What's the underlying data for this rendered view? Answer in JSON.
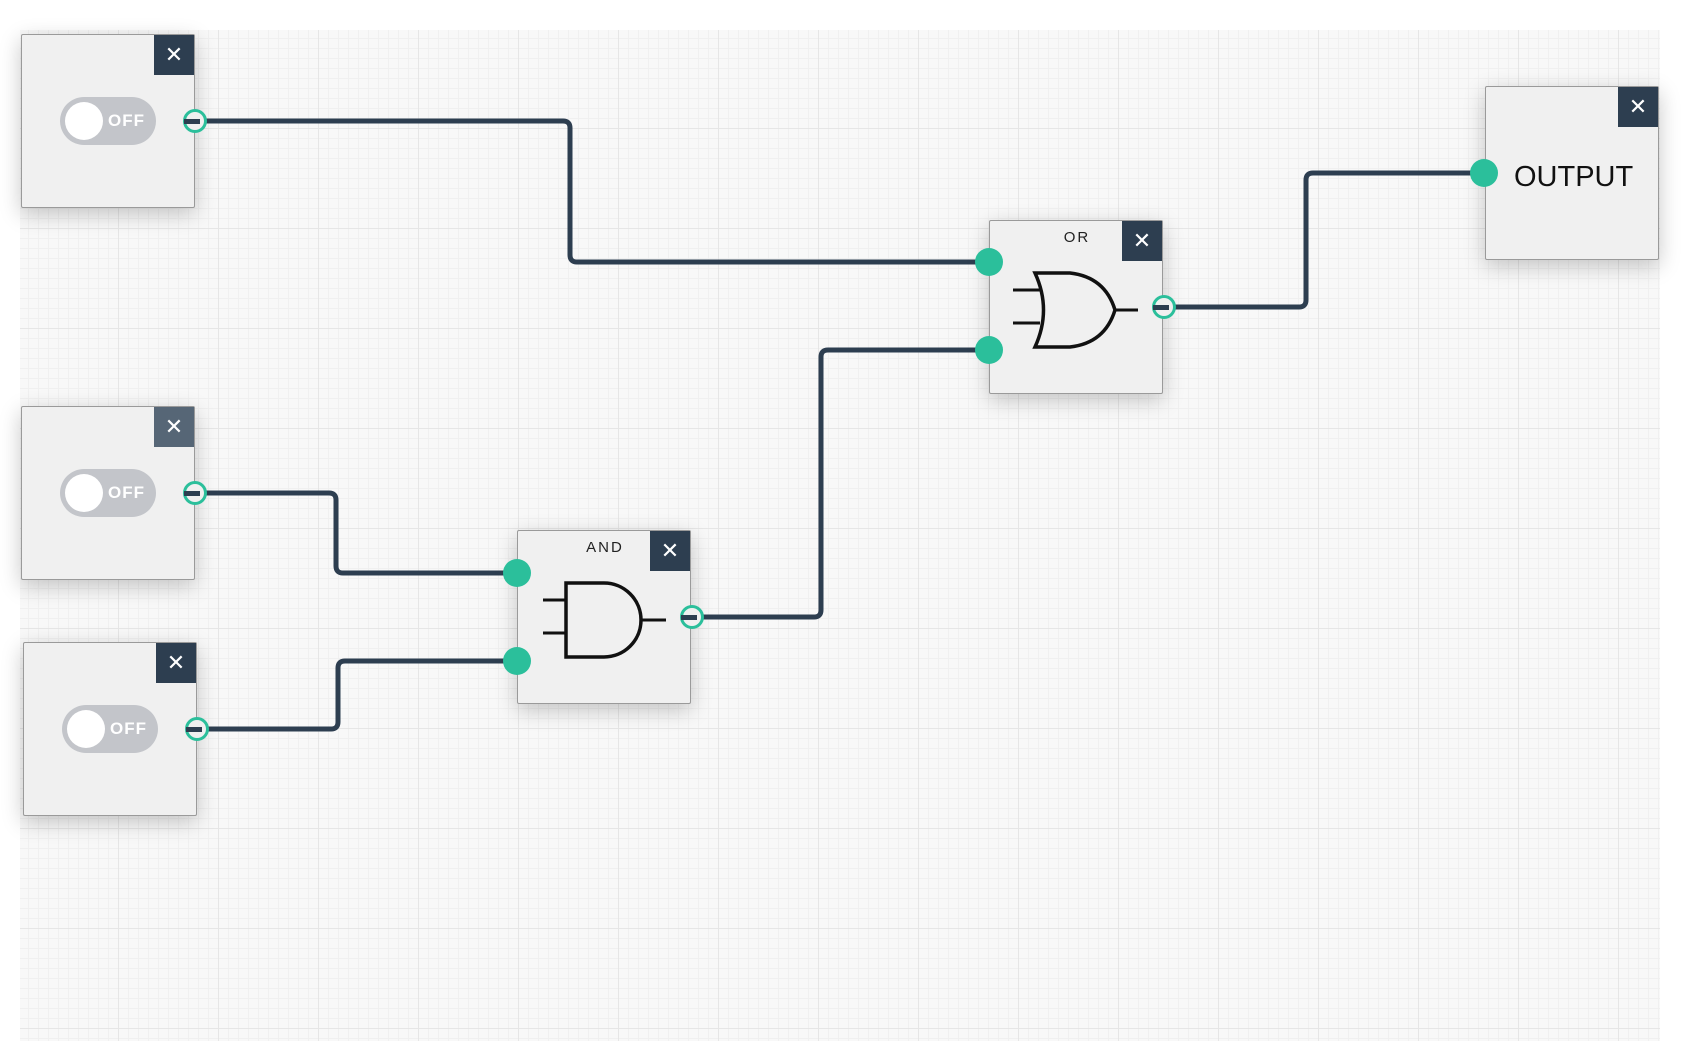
{
  "switches": [
    {
      "state_label": "OFF",
      "close_label": "✕"
    },
    {
      "state_label": "OFF",
      "close_label": "✕"
    },
    {
      "state_label": "OFF",
      "close_label": "✕"
    }
  ],
  "gates": {
    "or": {
      "title": "OR",
      "close_label": "✕"
    },
    "and": {
      "title": "AND",
      "close_label": "✕"
    }
  },
  "output": {
    "label": "OUTPUT",
    "close_label": "✕"
  },
  "colors": {
    "wire": "#2d3e50",
    "port": "#2bbf9b",
    "node_bg": "#f0f0f0",
    "toggle_off": "#c3c5ca"
  }
}
